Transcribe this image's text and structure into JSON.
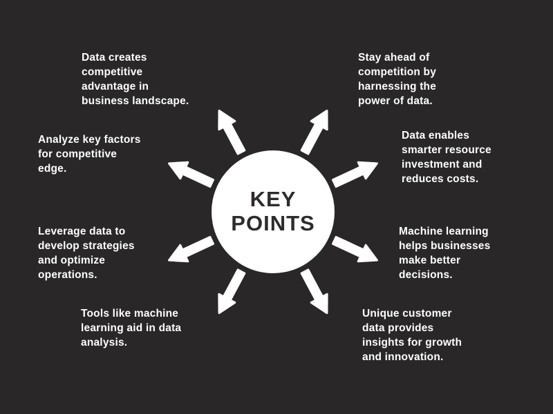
{
  "page": {
    "background_color": "#292727",
    "text_color": "#ffffff"
  },
  "center": {
    "label": "KEY\nPOINTS",
    "circle_color": "#ffffff",
    "label_color": "#2e2b2b"
  },
  "points": [
    {
      "position": "top-left",
      "text": "Data creates\ncompetitive\nadvantage in\nbusiness landscape."
    },
    {
      "position": "top-right",
      "text": "Stay ahead of\ncompetition by\nharnessing the\npower of data."
    },
    {
      "position": "left-upper",
      "text": "Analyze key factors\nfor competitive\nedge."
    },
    {
      "position": "right-upper",
      "text": "Data enables\nsmarter resource\ninvestment and\nreduces costs."
    },
    {
      "position": "left-lower",
      "text": "Leverage data to\ndevelop strategies\nand optimize\noperations."
    },
    {
      "position": "right-lower",
      "text": "Machine learning\nhelps businesses\nmake better\ndecisions."
    },
    {
      "position": "bottom-left",
      "text": "Tools like machine\nlearning aid in data\nanalysis."
    },
    {
      "position": "bottom-right",
      "text": "Unique customer\ndata provides\ninsights for growth\nand innovation."
    }
  ],
  "icons": {
    "arrow_color": "#ffffff",
    "arrow_count": 8,
    "arrow_style": "radiating-outward"
  }
}
